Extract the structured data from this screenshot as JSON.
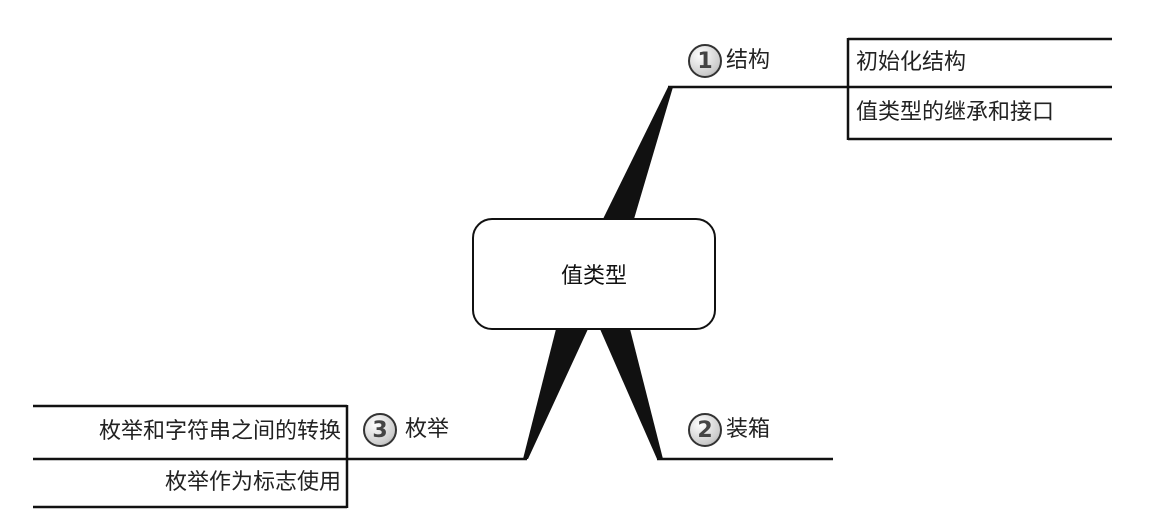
{
  "center": {
    "label": "值类型"
  },
  "branches": [
    {
      "number": "1",
      "label": "结构",
      "children": [
        "初始化结构",
        "值类型的继承和接口"
      ]
    },
    {
      "number": "2",
      "label": "装箱",
      "children": []
    },
    {
      "number": "3",
      "label": "枚举",
      "children": [
        "枚举和字符串之间的转换",
        "枚举作为标志使用"
      ]
    }
  ]
}
